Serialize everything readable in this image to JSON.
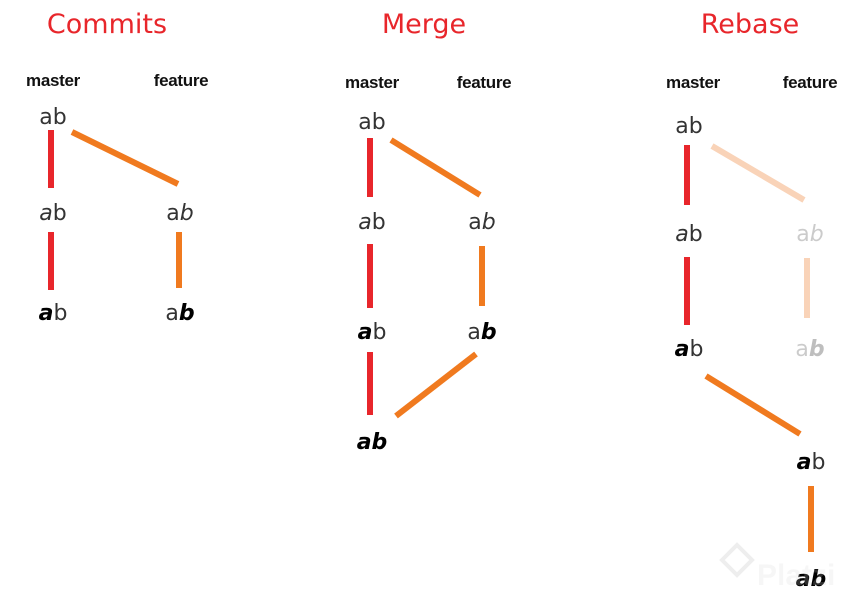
{
  "panels": {
    "commits": {
      "title": "Commits",
      "master": "master",
      "feature": "feature"
    },
    "merge": {
      "title": "Merge",
      "master": "master",
      "feature": "feature"
    },
    "rebase": {
      "title": "Rebase",
      "master": "master",
      "feature": "feature"
    }
  },
  "nodes": {
    "a": "a",
    "b": "b",
    "ab": "ab"
  },
  "watermark": "Platzi",
  "colors": {
    "title": "#e8262b",
    "master_line": "#e8262b",
    "feature_line": "#f07a1f",
    "faded_line": "#f9d3b8"
  }
}
